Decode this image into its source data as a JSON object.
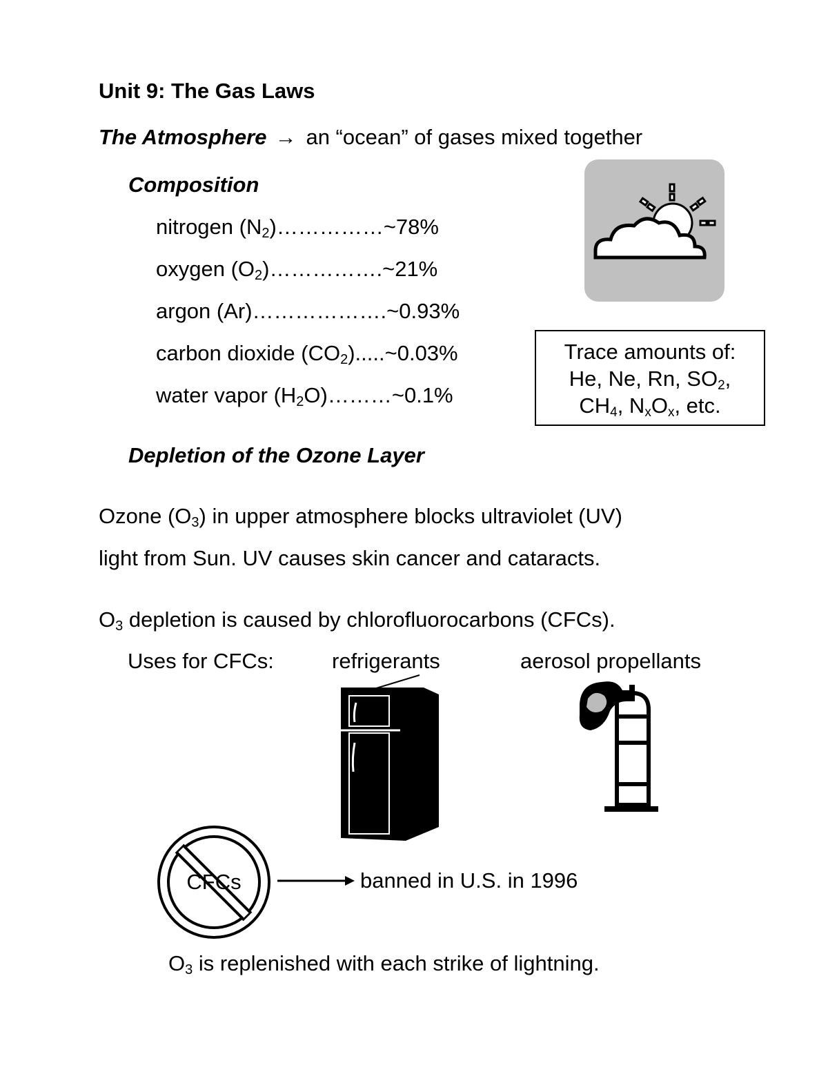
{
  "title": "Unit 9:  The Gas Laws",
  "atmosphere": {
    "term": "The Atmosphere",
    "arrow": "→",
    "definition": "an “ocean” of gases mixed together"
  },
  "composition": {
    "heading": "Composition",
    "rows": [
      {
        "name": "nitrogen (N",
        "sub": "2",
        "tail": ")",
        "dots": "……………",
        "value": "~78%"
      },
      {
        "name": "oxygen (O",
        "sub": "2",
        "tail": ")",
        "dots": "…………….",
        "value": "~21%"
      },
      {
        "name": "argon (Ar)",
        "sub": "",
        "tail": "",
        "dots": "……………….",
        "value": "~0.93%"
      },
      {
        "name": "carbon dioxide (CO",
        "sub": "2",
        "tail": ")",
        "dots": ".....",
        "value": "~0.03%"
      },
      {
        "name": "water vapor (H",
        "sub": "2",
        "tail": "O)",
        "dots": "………",
        "value": "~0.1%"
      }
    ]
  },
  "trace": {
    "line1": "Trace amounts of:",
    "line2a": "He, Ne, Rn, SO",
    "line2sub": "2",
    "line2b": ",",
    "line3a": "CH",
    "line3sub1": "4",
    "line3b": ", N",
    "line3sub2": "x",
    "line3c": "O",
    "line3sub3": "x",
    "line3d": ", etc."
  },
  "ozone": {
    "heading": "Depletion of the Ozone Layer",
    "para1_a": "Ozone (O",
    "para1_sub": "3",
    "para1_b": ") in upper atmosphere blocks ultraviolet (UV)",
    "para1_line2": "light from Sun. UV causes skin cancer and cataracts.",
    "para2_a": "O",
    "para2_sub": "3",
    "para2_b": " depletion is caused by chlorofluorocarbons (CFCs)."
  },
  "uses": {
    "label": "Uses for CFCs:",
    "item1": "refrigerants",
    "item2": "aerosol propellants"
  },
  "ban": {
    "symbol_text": "CFCs",
    "text": "banned in U.S. in 1996"
  },
  "replenish": {
    "a": "O",
    "sub": "3",
    "b": " is replenished with each strike of lightning."
  },
  "icons": {
    "weather": "sun-cloud-icon",
    "fridge": "refrigerator-icon",
    "aerosol": "aerosol-can-icon",
    "ban": "prohibition-icon",
    "arrow": "right-arrow-icon"
  }
}
